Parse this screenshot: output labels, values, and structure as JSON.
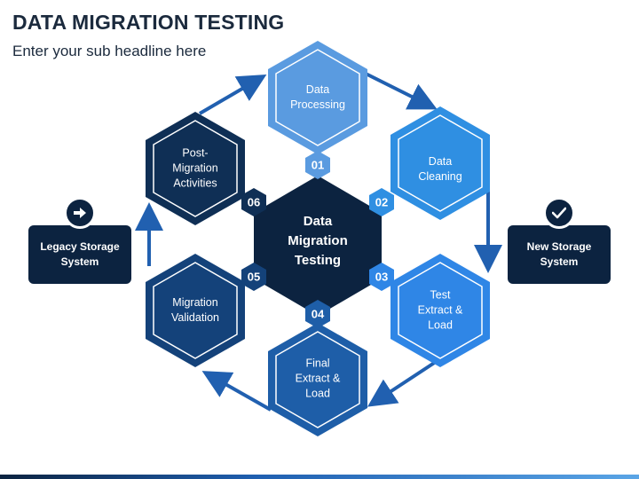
{
  "header": {
    "title": "DATA MIGRATION TESTING",
    "subtitle": "Enter your sub headline here"
  },
  "center": {
    "line1": "Data",
    "line2": "Migration",
    "line3": "Testing"
  },
  "steps": [
    {
      "num": "01",
      "lines": [
        "Data",
        "Processing"
      ]
    },
    {
      "num": "02",
      "lines": [
        "Data",
        "Cleaning"
      ]
    },
    {
      "num": "03",
      "lines": [
        "Test",
        "Extract &",
        "Load"
      ]
    },
    {
      "num": "04",
      "lines": [
        "Final",
        "Extract &",
        "Load"
      ]
    },
    {
      "num": "05",
      "lines": [
        "Migration",
        "Validation"
      ]
    },
    {
      "num": "06",
      "lines": [
        "Post-",
        "Migration",
        "Activities"
      ]
    }
  ],
  "left_box": {
    "line1": "Legacy Storage",
    "line2": "System",
    "icon": "arrow-right-icon"
  },
  "right_box": {
    "line1": "New Storage",
    "line2": "System",
    "icon": "checkmark-icon"
  },
  "colors": {
    "dark_navy": "#0c2340",
    "step1": "#5a9be0",
    "step2": "#2f8fe2",
    "step3": "#2f86e6",
    "step4": "#1e5ea8",
    "step5": "#14427a",
    "step6": "#0f2f55",
    "arrow": "#2160b0"
  }
}
